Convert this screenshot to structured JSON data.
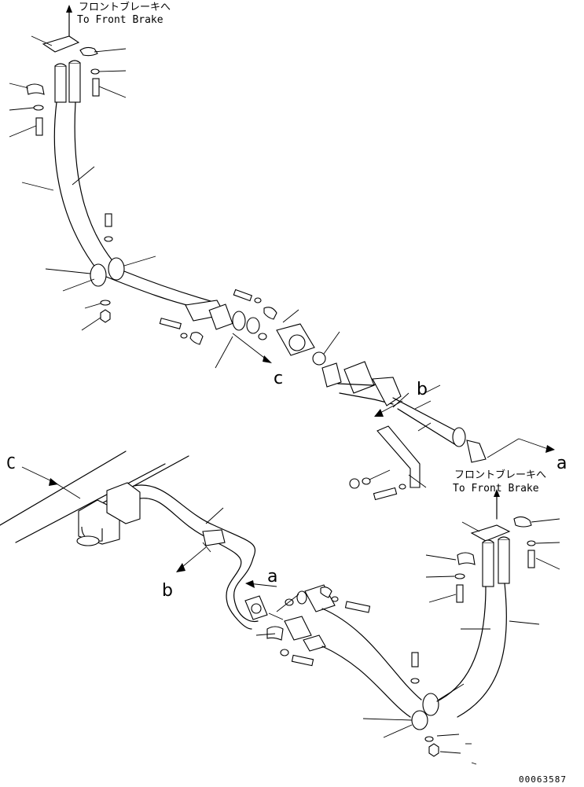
{
  "annotations": {
    "top_jp": "フロントブレーキへ",
    "top_en": "To Front Brake",
    "right_jp": "フロントブレーキへ",
    "right_en": "To Front Brake"
  },
  "refs": {
    "a_upper": "a",
    "b_upper": "b",
    "c_upper": "c",
    "c_lower": "C",
    "b_lower": "b",
    "a_lower": "a"
  },
  "drawing_number": "00063587"
}
